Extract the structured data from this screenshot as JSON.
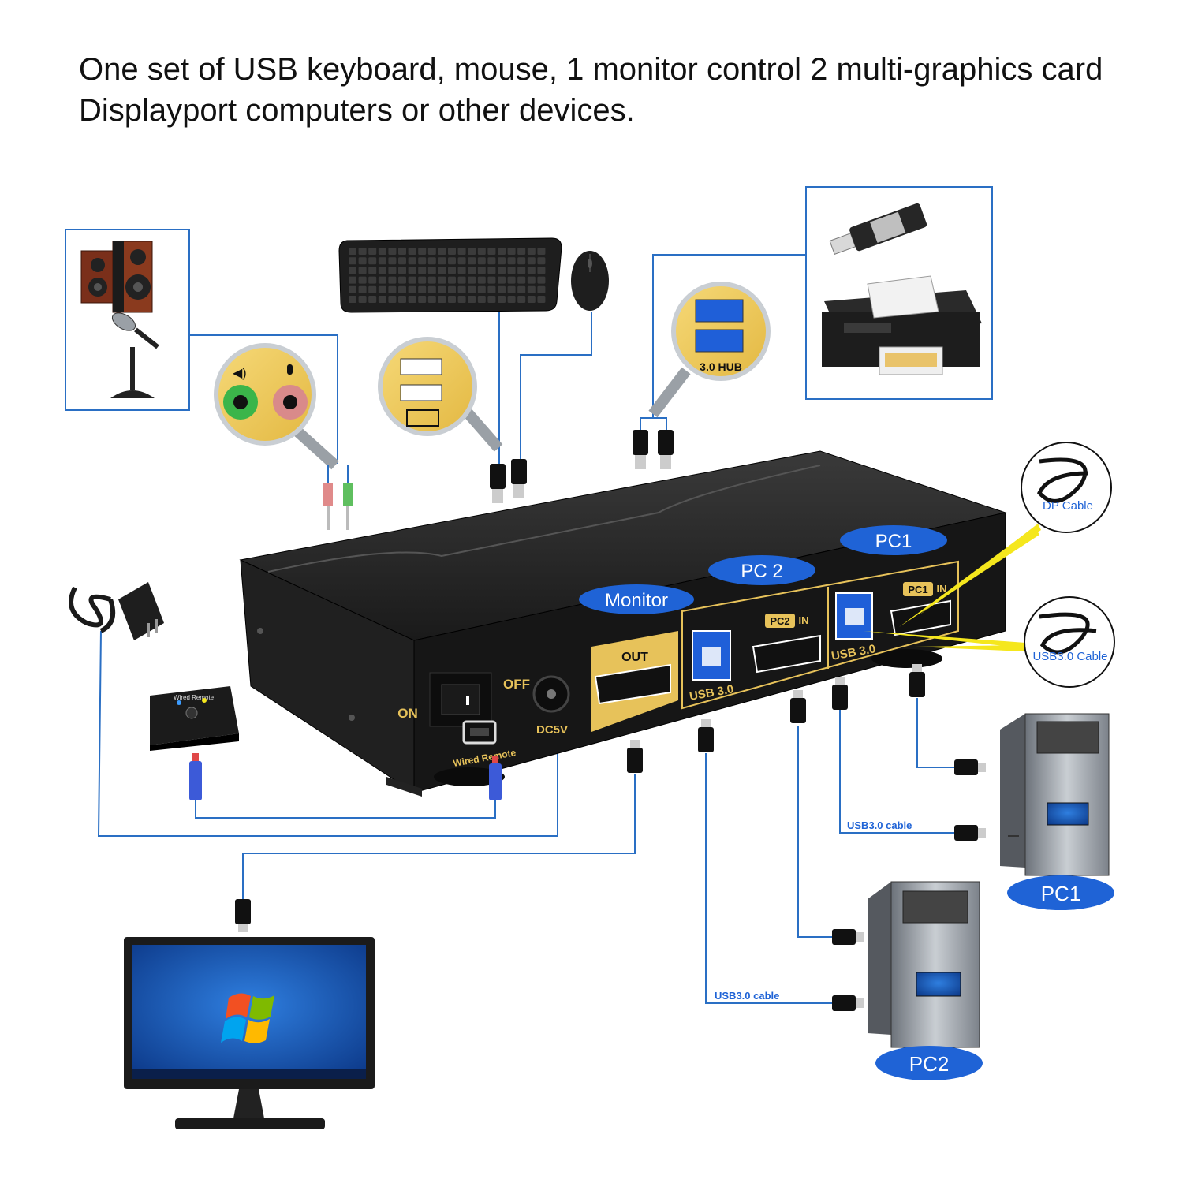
{
  "headline": "One set of USB keyboard, mouse, 1 monitor control 2 multi-graphics card Displayport computers or other devices.",
  "kvm": {
    "on_label": "ON",
    "off_label": "OFF",
    "dc_label": "DC5V",
    "remote_port_label": "Wired Remote",
    "out_label": "OUT",
    "usb_label": "USB 3.0",
    "pc2_in_badge": "PC2",
    "pc1_in_badge": "PC1",
    "in_suffix": "IN"
  },
  "magnifiers": {
    "hub_label": "3.0 HUB"
  },
  "remote_device_label": "Wired Remote",
  "pill_labels": {
    "monitor": "Monitor",
    "pc2_port": "PC 2",
    "pc1_port": "PC1",
    "pc1_computer": "PC1",
    "pc2_computer": "PC2"
  },
  "cable_labels": {
    "dp_cable": "DP Cable",
    "usb_cable": "USB3.0 Cable",
    "usb_cable_pc1": "USB3.0 cable",
    "usb_cable_pc2": "USB3.0 cable"
  },
  "colors": {
    "line_blue": "#2a6fc4",
    "pill_blue": "#1f63d6",
    "gold": "#e7c25a",
    "device_black": "#151515",
    "highlight_yellow": "#f5e71d"
  }
}
